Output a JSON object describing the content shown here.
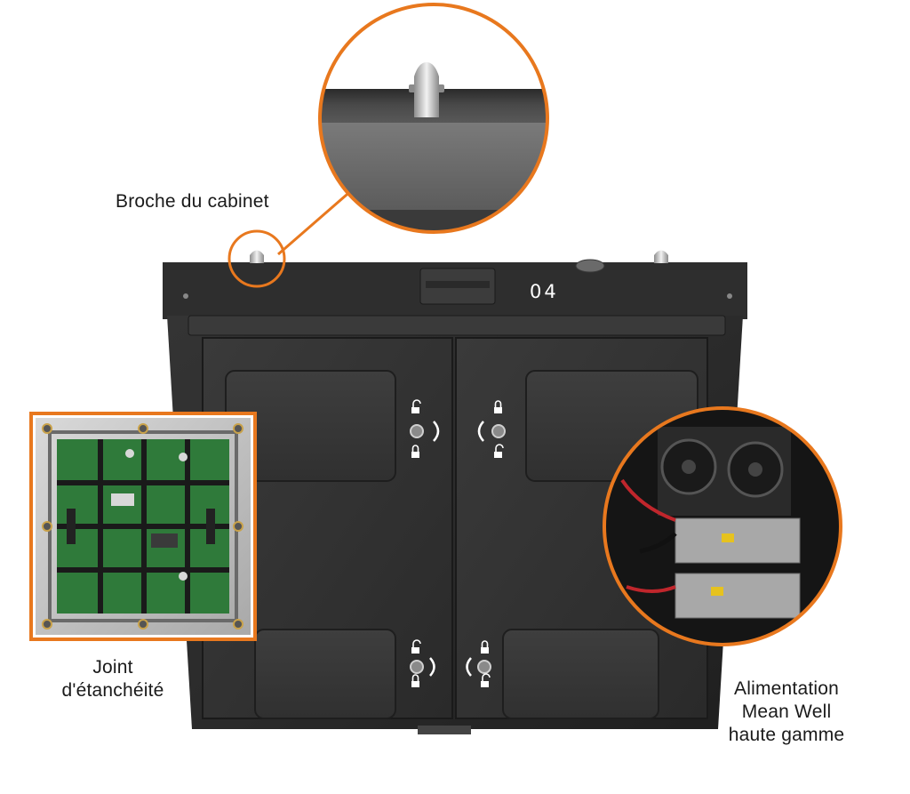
{
  "captions": {
    "cabinet_pin": "Broche du cabinet",
    "seal_line1": "Joint",
    "seal_line2": "d'étanchéité",
    "psu_line1": "Alimentation",
    "psu_line2": "Mean Well",
    "psu_line3": "haute gamme"
  },
  "cabinet_number": "04",
  "colors": {
    "accent_orange": "#e8781e",
    "cabinet_black": "#2a2a2a",
    "pcb_green": "#2f7a3a",
    "frame_aluminium": "#c9c9c9"
  },
  "icons": [
    "lock-open-icon",
    "lock-closed-icon",
    "rotate-arrow-icon"
  ]
}
